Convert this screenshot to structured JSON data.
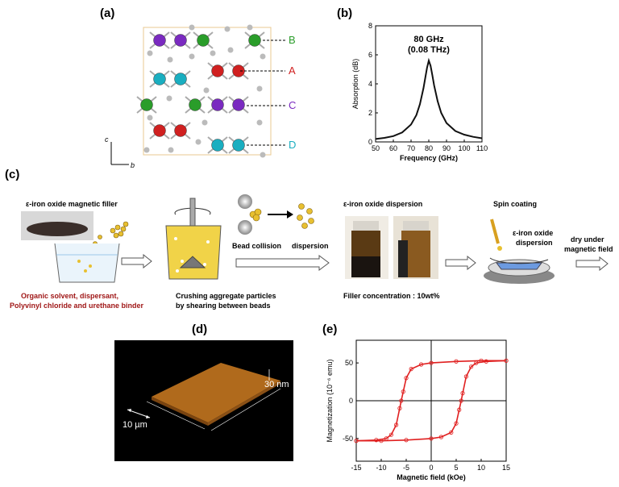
{
  "panels": {
    "a": {
      "label": "(a)",
      "site_labels": [
        "B",
        "A",
        "C",
        "D"
      ],
      "site_colors": {
        "B": "#2a9d2a",
        "A": "#d02020",
        "C": "#7a2ac0",
        "D": "#1aaec0"
      },
      "axis_c": "c",
      "axis_b": "b"
    },
    "b": {
      "label": "(b)"
    },
    "c": {
      "label": "(c)",
      "filler_title": "ε-iron oxide magnetic filler",
      "solvent_lines": [
        "Organic solvent, dispersant,",
        "Polyvinyl chloride and urethane binder"
      ],
      "crushing_lines": [
        "Crushing aggregate particles",
        "by shearing between beads"
      ],
      "bead_collision": "Bead collision",
      "dispersion": "dispersion",
      "dispersion_title": "ε-iron oxide dispersion",
      "filler_concentration": "Filler concentration : 10wt%",
      "spin_coating": "Spin coating",
      "spin_dispersion_lines": [
        "ε-iron oxide",
        "dispersion"
      ],
      "dry_lines": [
        "dry under",
        "magnetic field"
      ]
    },
    "d": {
      "label": "(d)",
      "scale_xy": "10 µm",
      "scale_z": "30 nm"
    },
    "e": {
      "label": "(e)"
    }
  },
  "chart_data": [
    {
      "type": "line",
      "panel": "b",
      "title": "",
      "annotation": [
        "80 GHz",
        "(0.08 THz)"
      ],
      "xlabel": "Frequency (GHz)",
      "ylabel": "Absorption (dB)",
      "xlim": [
        50,
        110
      ],
      "ylim": [
        0,
        8
      ],
      "xticks": [
        50,
        60,
        70,
        80,
        90,
        100,
        110
      ],
      "yticks": [
        0,
        2,
        4,
        6,
        8
      ],
      "series": [
        {
          "x": [
            50,
            55,
            60,
            65,
            70,
            73,
            75,
            77,
            78,
            79,
            80,
            81,
            82,
            83,
            85,
            87,
            90,
            95,
            100,
            105,
            110
          ],
          "y": [
            0.2,
            0.28,
            0.4,
            0.65,
            1.2,
            1.85,
            2.6,
            3.7,
            4.4,
            5.1,
            5.6,
            5.25,
            4.6,
            3.9,
            2.8,
            2.0,
            1.3,
            0.75,
            0.5,
            0.35,
            0.25
          ]
        }
      ]
    },
    {
      "type": "line",
      "panel": "e",
      "title": "",
      "xlabel": "Magnetic field (kOe)",
      "ylabel": "Magnetization (10⁻⁶ emu)",
      "xlim": [
        -15,
        15
      ],
      "ylim": [
        -80,
        80
      ],
      "xticks": [
        -15,
        -10,
        -5,
        0,
        5,
        10,
        15
      ],
      "yticks": [
        -50,
        0,
        50
      ],
      "series": [
        {
          "x": [
            -15,
            -11,
            -9,
            -8,
            -7,
            -6.3,
            -6,
            -5.6,
            -5,
            -4,
            -2,
            0,
            5,
            10,
            15
          ],
          "y": [
            -53,
            -52,
            -50,
            -45,
            -32,
            -10,
            0,
            12,
            30,
            42,
            48,
            50,
            52,
            53,
            53
          ]
        },
        {
          "x": [
            15,
            11,
            9,
            8,
            7,
            6.3,
            6,
            5.6,
            5,
            4,
            2,
            0,
            -5,
            -10,
            -15
          ],
          "y": [
            53,
            52,
            50,
            45,
            32,
            10,
            0,
            -12,
            -30,
            -42,
            -48,
            -50,
            -52,
            -53,
            -53
          ]
        }
      ]
    }
  ]
}
